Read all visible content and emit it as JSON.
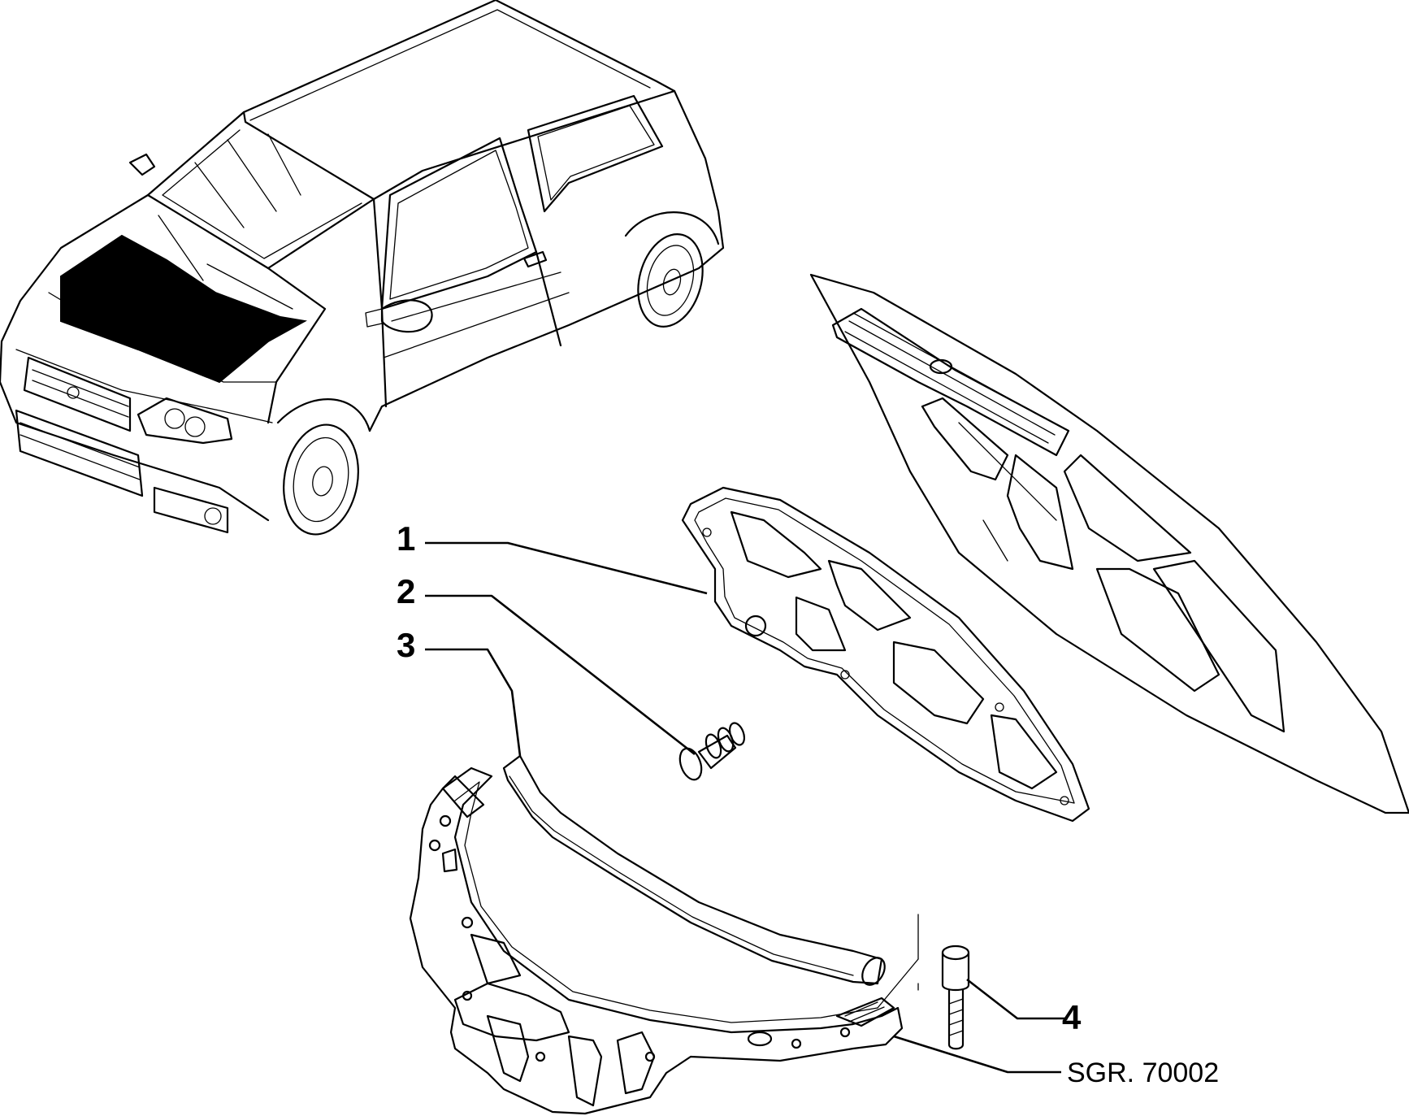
{
  "callouts": [
    {
      "id": "1",
      "label": "1"
    },
    {
      "id": "2",
      "label": "2"
    },
    {
      "id": "3",
      "label": "3"
    },
    {
      "id": "4",
      "label": "4"
    }
  ],
  "reference": {
    "label": "SGR. 70002"
  },
  "colors": {
    "ink": "#000000",
    "paper": "#ffffff",
    "highlight": "#000000"
  },
  "parts": [
    {
      "callout": "1",
      "icon": "hood-insulation-pad"
    },
    {
      "callout": "2",
      "icon": "push-clip"
    },
    {
      "callout": "3",
      "icon": "rubber-seal-strip"
    },
    {
      "callout": "4",
      "icon": "bolt"
    }
  ]
}
